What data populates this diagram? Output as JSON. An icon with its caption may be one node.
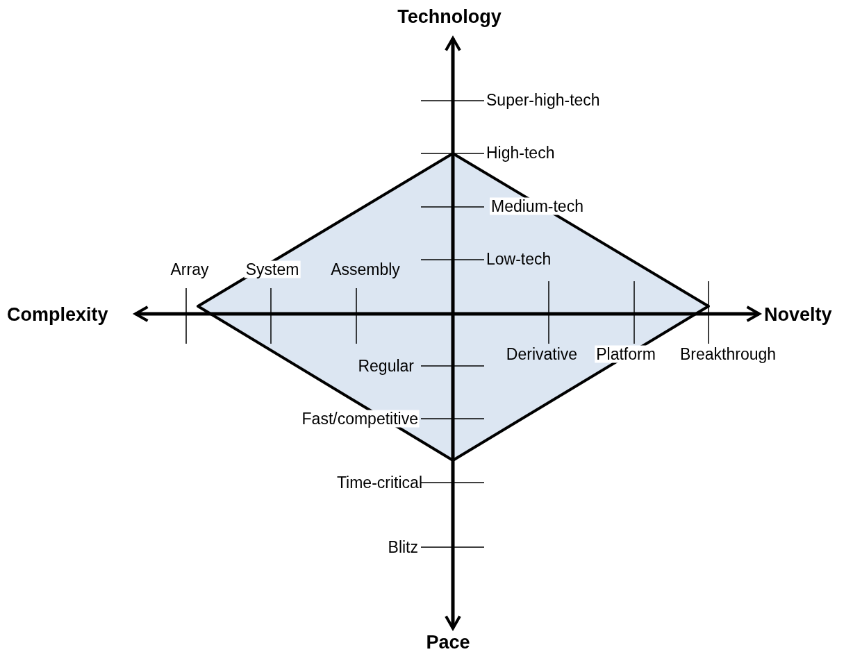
{
  "diagram": {
    "labels": [
      "Technology",
      "Super-high-tech",
      "High-tech",
      "Medium-tech",
      "Low-tech",
      "Array",
      "System",
      "Assembly",
      "Complexity",
      "Novelty",
      "Regular",
      "Derivative",
      "Platform",
      "Breakthrough",
      "Fast/competitive",
      "Time-critical",
      "Blitz",
      "Pace"
    ]
  }
}
